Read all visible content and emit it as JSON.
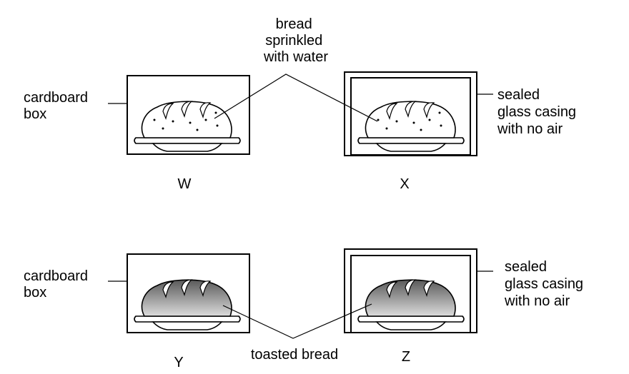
{
  "labels": {
    "bread_sprinkled": [
      "bread",
      "sprinkled",
      "with water"
    ],
    "cardboard_top": [
      "cardboard",
      "box"
    ],
    "cardboard_bottom": [
      "cardboard",
      "box"
    ],
    "sealed_top": [
      "sealed",
      "glass casing",
      "with no air"
    ],
    "sealed_bottom": [
      "sealed",
      "glass casing",
      "with no air"
    ],
    "toasted_bread": "toasted bread"
  },
  "setups": [
    {
      "letter": "W",
      "container": "cardboard box",
      "bread": "bread sprinkled with water"
    },
    {
      "letter": "X",
      "container": "sealed glass casing with no air",
      "bread": "bread sprinkled with water"
    },
    {
      "letter": "Y",
      "container": "cardboard box",
      "bread": "toasted bread"
    },
    {
      "letter": "Z",
      "container": "sealed glass casing with no air",
      "bread": "toasted bread"
    }
  ]
}
